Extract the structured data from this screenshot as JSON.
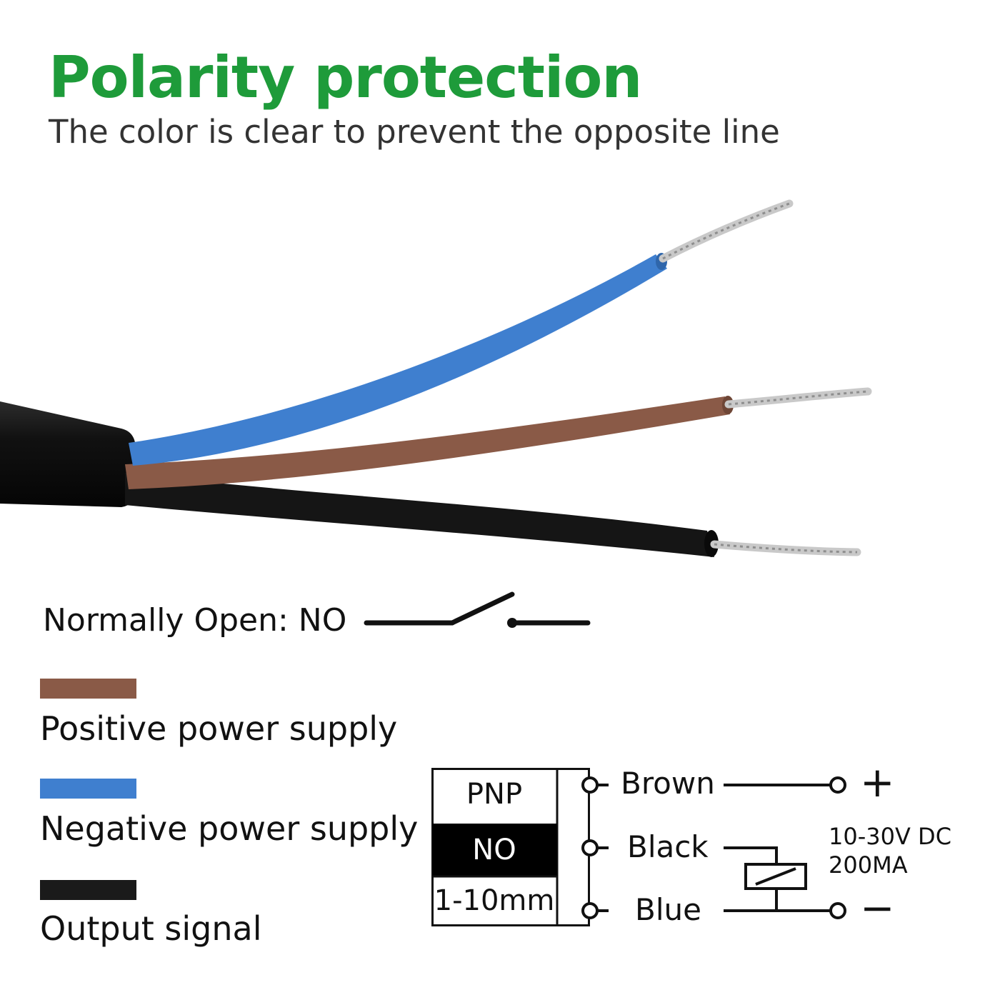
{
  "colors": {
    "title_green": "#1e9b3a",
    "brown_wire": "#8a5a47",
    "blue_wire": "#3f7fcf",
    "black_wire": "#1a1a1a"
  },
  "header": {
    "title": "Polarity protection",
    "subtitle": "The color is clear to prevent the opposite line"
  },
  "switch_type": {
    "label": "Normally Open: NO"
  },
  "legend": [
    {
      "color": "#8a5a47",
      "text": "Positive power supply"
    },
    {
      "color": "#3f7fcf",
      "text": "Negative power supply"
    },
    {
      "color": "#1a1a1a",
      "text": "Output signal"
    }
  ],
  "sensor_box": {
    "type": "PNP",
    "mode": "NO",
    "range": "1-10mm"
  },
  "terminals": [
    {
      "label": "Brown"
    },
    {
      "label": "Black"
    },
    {
      "label": "Blue"
    }
  ],
  "supply": {
    "plus": "+",
    "minus": "−",
    "voltage": "10-30V DC",
    "current": "200MA"
  }
}
